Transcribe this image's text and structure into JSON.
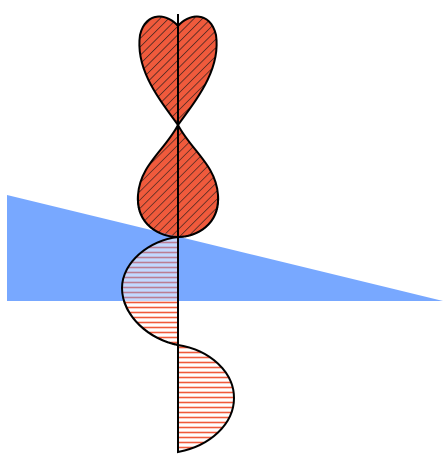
{
  "diagram": {
    "shapes": [
      {
        "name": "upper-lobe",
        "fill": "#f05a3c",
        "hatch": "diagonal"
      },
      {
        "name": "lower-lobe",
        "fill": "#f05a3c",
        "hatch": "diagonal"
      },
      {
        "name": "wave-left-lobe",
        "stripe_color": "#f05a3c",
        "hatch": "horizontal"
      },
      {
        "name": "wave-right-lobe",
        "stripe_color": "#f05a3c",
        "hatch": "horizontal"
      },
      {
        "name": "blue-wedge",
        "fill": "#78a8ff"
      }
    ],
    "colors": {
      "lobe_fill": "#f05a3c",
      "stripe": "#f05a3c",
      "wedge": "#78a8ff",
      "outline": "#000000"
    }
  }
}
